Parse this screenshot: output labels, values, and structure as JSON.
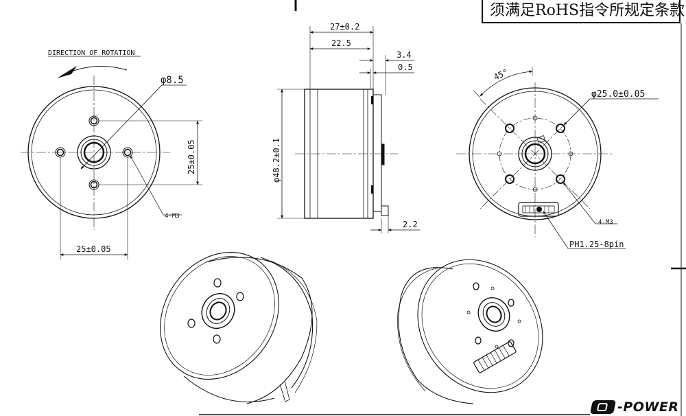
{
  "note": {
    "text": "须满足RoHS指令所规定条款"
  },
  "brand": {
    "text": "-POWER"
  },
  "front_view": {
    "rotation_label": "DIRECTION OF ROTATION",
    "dim_shaft": "φ8.5",
    "dim_vertical": "25±0.05",
    "dim_horizontal": "25±0.05",
    "hole_callout": "4-M3"
  },
  "side_view": {
    "dim_total_length": "27±0.2",
    "dim_body_length": "22.5",
    "dim_flange": "3.4",
    "dim_step": "0.5",
    "dim_diameter": "φ48.2±0.1",
    "dim_connector": "2.2"
  },
  "rear_view": {
    "dim_angle": "45°",
    "dim_bolt_circle": "φ25.0±0.05",
    "hole_callout": "4-M3",
    "connector_callout": "PH1.25-8pin"
  }
}
